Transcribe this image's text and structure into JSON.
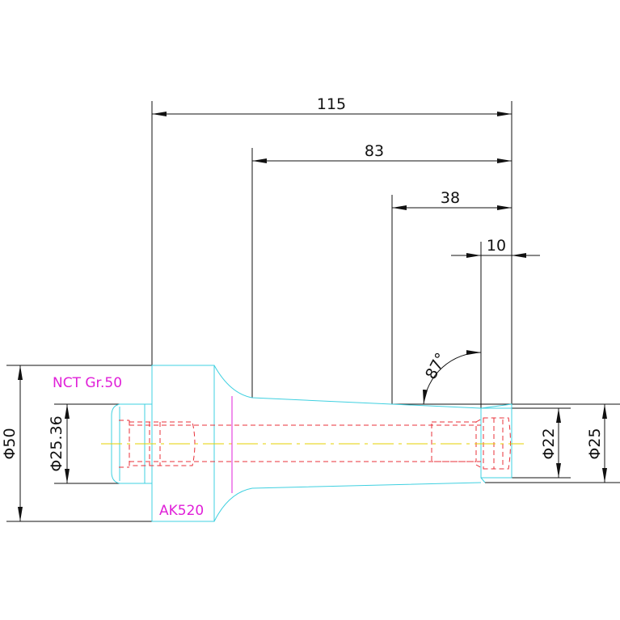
{
  "colors": {
    "dimension": "#111111",
    "outline": "#3fd0e0",
    "hidden": "#e8303a",
    "centerline": "#e6d200",
    "label": "#e020d8"
  },
  "labels": {
    "holder_type": "NCT Gr.50",
    "collet_type": "AK520"
  },
  "dimensions": {
    "length_total": "115",
    "length_83": "83",
    "length_38": "38",
    "length_10": "10",
    "angle": "87°",
    "dia_flange": "Φ50",
    "dia_bore": "Φ25.36",
    "dia_22": "Φ22",
    "dia_25": "Φ25"
  }
}
